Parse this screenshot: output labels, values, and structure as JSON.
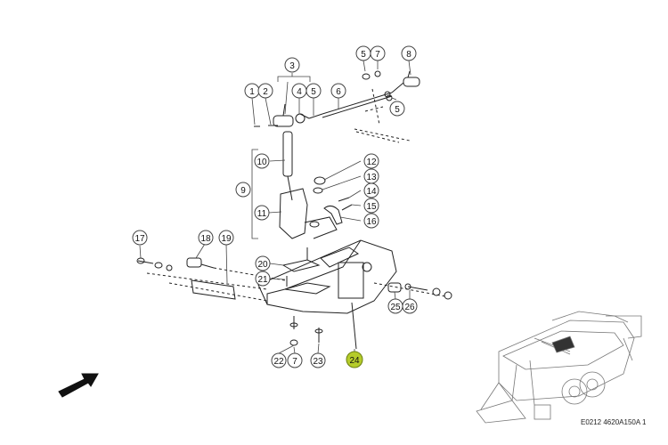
{
  "diagram": {
    "reference_code": "E0212 4620A150A 1",
    "callouts": [
      "1",
      "2",
      "3",
      "4",
      "5",
      "5",
      "5",
      "6",
      "7",
      "7",
      "8",
      "9",
      "10",
      "11",
      "12",
      "13",
      "14",
      "15",
      "16",
      "17",
      "18",
      "19",
      "20",
      "21",
      "22",
      "23",
      "24",
      "25",
      "26"
    ],
    "highlighted_callout": "24",
    "highlight_color": "#b5cc2a"
  }
}
